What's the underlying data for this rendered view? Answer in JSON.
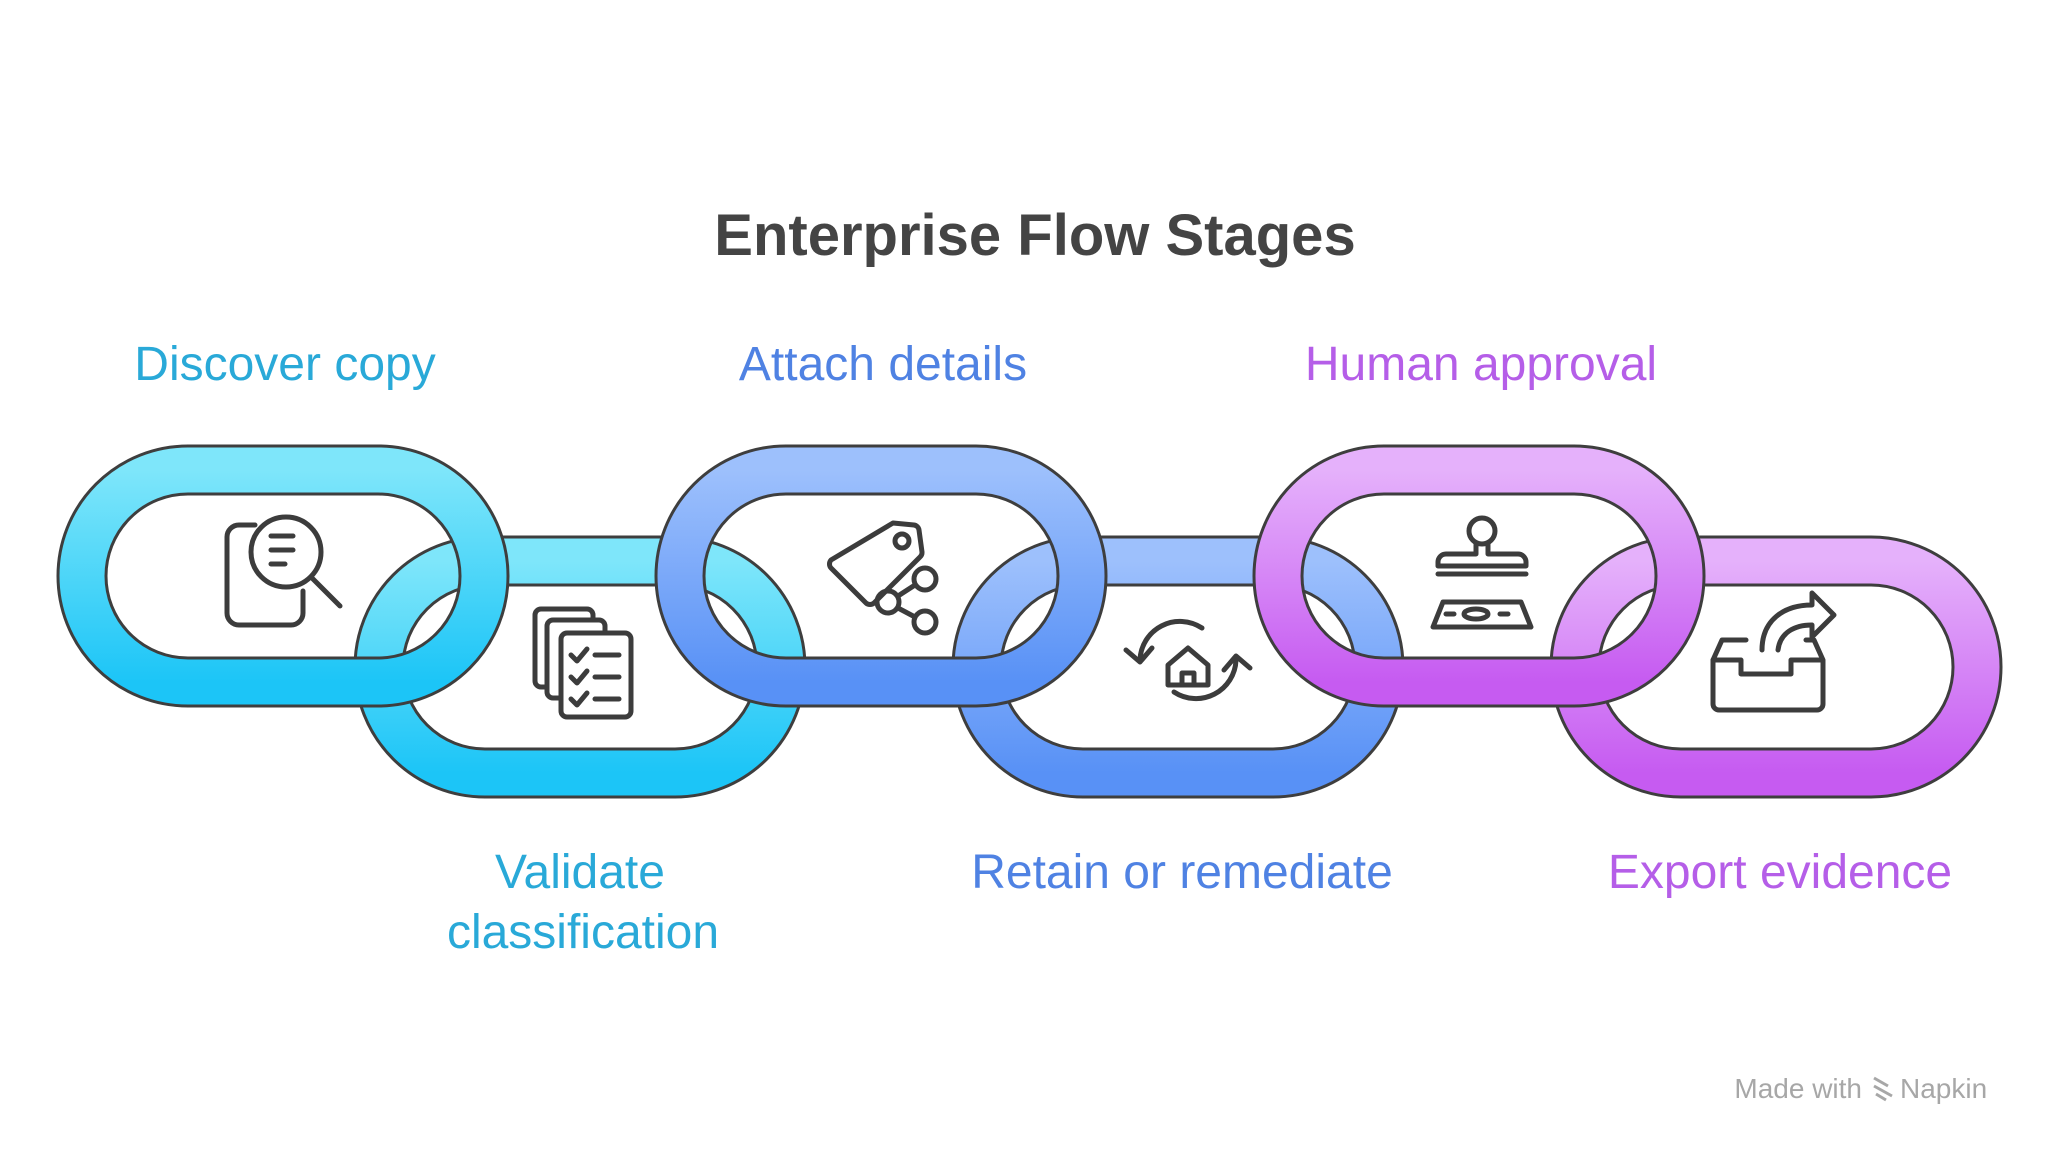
{
  "title": "Enterprise Flow Stages",
  "stages": [
    {
      "label": "Discover copy",
      "icon": "document-search-icon",
      "color": "#29a9d8"
    },
    {
      "label_lines": [
        "Validate",
        "classification"
      ],
      "icon": "checklist-documents-icon",
      "color": "#29a9d8"
    },
    {
      "label": "Attach details",
      "icon": "tag-share-icon",
      "color": "#4f82e3"
    },
    {
      "label": "Retain or remediate",
      "icon": "home-cycle-icon",
      "color": "#4f82e3"
    },
    {
      "label": "Human approval",
      "icon": "stamp-icon",
      "color": "#b55ee8"
    },
    {
      "label": "Export evidence",
      "icon": "tray-export-icon",
      "color": "#b55ee8"
    }
  ],
  "colors": {
    "cyan_top": "#7ee6fa",
    "cyan_bottom": "#1cc5f7",
    "blue_top": "#9dc0fc",
    "blue_bottom": "#5891f6",
    "purple_top": "#e5b1fb",
    "purple_bottom": "#c65bf1",
    "outline": "#3e3e3e"
  },
  "watermark": {
    "prefix": "Made with",
    "brand": "Napkin"
  }
}
